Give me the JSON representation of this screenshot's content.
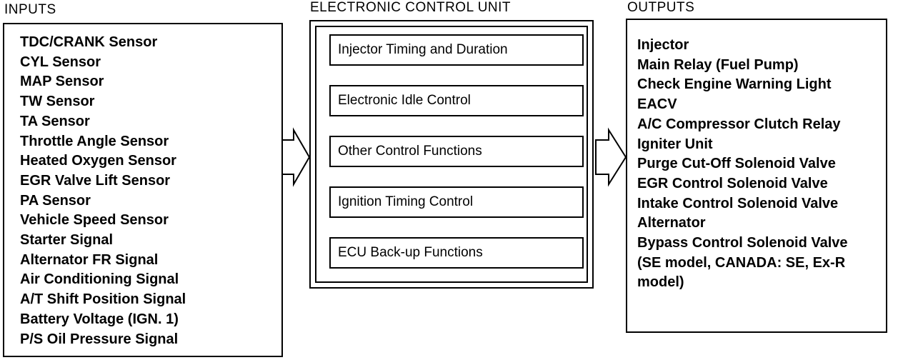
{
  "inputs": {
    "heading": "INPUTS",
    "items": [
      "TDC/CRANK Sensor",
      "CYL Sensor",
      "MAP Sensor",
      "TW Sensor",
      "TA Sensor",
      "Throttle Angle Sensor",
      "Heated Oxygen Sensor",
      "EGR Valve Lift Sensor",
      "PA Sensor",
      "Vehicle Speed Sensor",
      "Starter Signal",
      "Alternator FR Signal",
      "Air Conditioning Signal",
      "A/T Shift Position Signal",
      "Battery Voltage (IGN. 1)",
      "P/S Oil Pressure Signal"
    ]
  },
  "ecu": {
    "heading": "ELECTRONIC CONTROL UNIT",
    "functions": [
      "Injector Timing and Duration",
      "Electronic Idle Control",
      "Other Control Functions",
      "Ignition Timing Control",
      "ECU Back-up Functions"
    ]
  },
  "outputs": {
    "heading": "OUTPUTS",
    "items": [
      "Injector",
      "Main Relay (Fuel Pump)",
      "Check Engine Warning Light",
      "EACV",
      "A/C Compressor Clutch Relay",
      "Igniter Unit",
      "Purge Cut-Off Solenoid Valve",
      "EGR Control Solenoid Valve",
      "Intake Control Solenoid Valve",
      "Alternator",
      "Bypass Control Solenoid Valve",
      "(SE model, CANADA: SE, Ex-R",
      "model)"
    ]
  }
}
